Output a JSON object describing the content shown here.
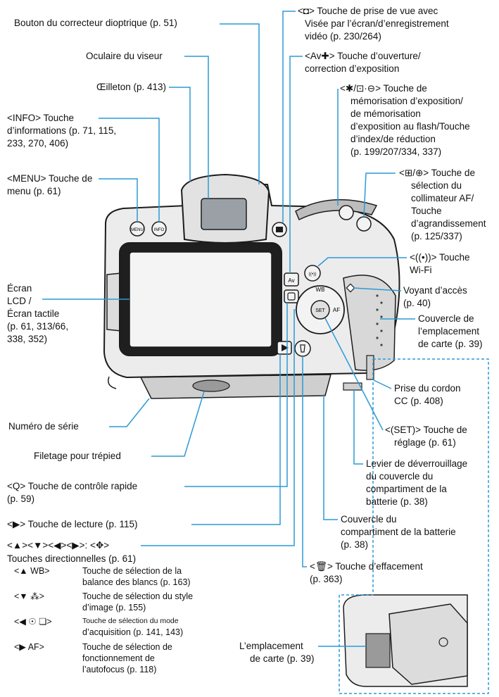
{
  "colors": {
    "leader": "#2c9ad6",
    "dashed_box": "#2c9ad6",
    "text": "#111111",
    "camera_body": "#e9e9e9",
    "lcd_screen": "#f4f4f4"
  },
  "labels": {
    "dioptric": "Bouton du correcteur dioptrique (p. 51)",
    "eyepiece": "Oculaire du viseur",
    "eyecup": "Œilleton (p. 413)",
    "info_1": "<INFO> Touche",
    "info_2": "d’informations (p. 71, 115,",
    "info_3": "233, 270, 406)",
    "menu_1": "<MENU> Touche de",
    "menu_2": "menu (p. 61)",
    "lcd_1": "Écran",
    "lcd_2": "LCD /",
    "lcd_3": "Écran tactile",
    "lcd_4": "(p. 61, 313/66,",
    "lcd_5": "338, 352)",
    "serial": "Numéro de série",
    "tripod": "Filetage pour trépied",
    "quick_1": "<Q> Touche de contrôle rapide",
    "quick_2": "(p. 59)",
    "playback": "<▶> Touche de lecture (p. 115)",
    "arrows_1": "<▲><▼><◀><▶>: <✥>",
    "arrows_2": "Touches directionnelles (p. 61)",
    "wb_key": "<▲ WB>",
    "wb_desc_1": "Touche de sélection de la",
    "wb_desc_2": "balance des blancs (p. 163)",
    "ps_key": "<▼ ⁂>",
    "ps_desc_1": "Touche de sélection du style",
    "ps_desc_2": "d’image (p. 155)",
    "drive_key": "<◀ ☉ ❏>",
    "drive_desc_1": "Touche de sélection du mode",
    "drive_desc_2": "d’acquisition (p. 141, 143)",
    "af_key": "<▶ AF>",
    "af_desc_1": "Touche de sélection de",
    "af_desc_2": "fonctionnement de",
    "af_desc_3": "l’autofocus (p. 118)",
    "liveview_1": "<◘> Touche de prise de vue avec",
    "liveview_2": "Visée par l’écran/d’enregistrement",
    "liveview_3": "vidéo (p. 230/264)",
    "aperture_1": "<Av✚> Touche d’ouverture/",
    "aperture_2": "correction d’exposition",
    "ae_lock_1": "<✱/⊡·⊖> Touche de",
    "ae_lock_2": "mémorisation d’exposition/",
    "ae_lock_3": "de mémorisation",
    "ae_lock_4": "d’exposition au flash/Touche",
    "ae_lock_5": "d’index/de réduction",
    "ae_lock_6": "(p. 199/207/334, 337)",
    "af_point_1": "<⊞/⊕> Touche de",
    "af_point_2": "sélection du",
    "af_point_3": "collimateur AF/",
    "af_point_4": "Touche",
    "af_point_5": "d’agrandissement",
    "af_point_6": "(p. 125/337)",
    "wifi_1": "<((•))> Touche",
    "wifi_2": "Wi-Fi",
    "access_1": "Voyant d’accès",
    "access_2": "(p. 40)",
    "card_cover_1": "Couvercle de",
    "card_cover_2": "l’emplacement",
    "card_cover_3": "de carte (p. 39)",
    "dc_1": "Prise du cordon",
    "dc_2": "CC (p. 408)",
    "set_1": "<(SET)> Touche de",
    "set_2": "réglage (p. 61)",
    "lever_1": "Levier de déverrouillage",
    "lever_2": "du couvercle du",
    "lever_3": "compartiment de la",
    "lever_4": "batterie (p. 38)",
    "battery_1": "Couvercle du",
    "battery_2": "compartiment de la batterie",
    "battery_3": "(p. 38)",
    "erase_1": "<🗑> Touche d’effacement",
    "erase_2": "(p. 363)",
    "card_slot_1": "L’emplacement",
    "card_slot_2": "de carte (p. 39)"
  },
  "camera_text": {
    "menu": "MENU",
    "info": "INFO",
    "wb": "WB",
    "af": "AF",
    "set": "SET",
    "av": "Av",
    "wifi": "((•))"
  }
}
